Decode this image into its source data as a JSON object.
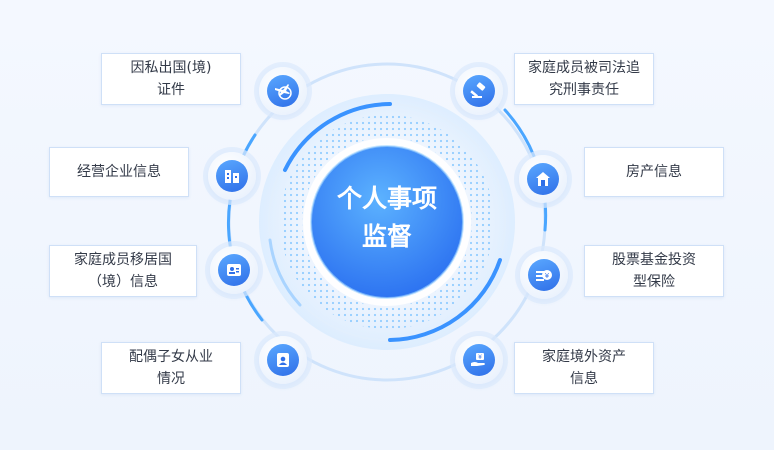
{
  "center": {
    "line1": "个人事项",
    "line2": "监督"
  },
  "items": {
    "passport": {
      "text": "因私出国(境)\n证件",
      "icon": "airplane-globe-icon"
    },
    "business": {
      "text": "经营企业信息",
      "icon": "building-icon"
    },
    "migration": {
      "text": "家庭成员移居国\n（境）信息",
      "icon": "id-card-icon"
    },
    "children": {
      "text": "配偶子女从业\n情况",
      "icon": "profile-card-icon"
    },
    "judicial": {
      "text": "家庭成员被司法追\n究刑事责任",
      "icon": "gavel-icon"
    },
    "property": {
      "text": "房产信息",
      "icon": "house-icon"
    },
    "finance": {
      "text": "股票基金投资\n型保险",
      "icon": "yen-coins-icon"
    },
    "overseas": {
      "text": "家庭境外资产\n信息",
      "icon": "hand-money-icon"
    }
  },
  "colors": {
    "primary": "#2f6fe8",
    "accent": "#49b4ff",
    "ring": "#9fd0ff",
    "card_border": "#cfe0f7"
  }
}
